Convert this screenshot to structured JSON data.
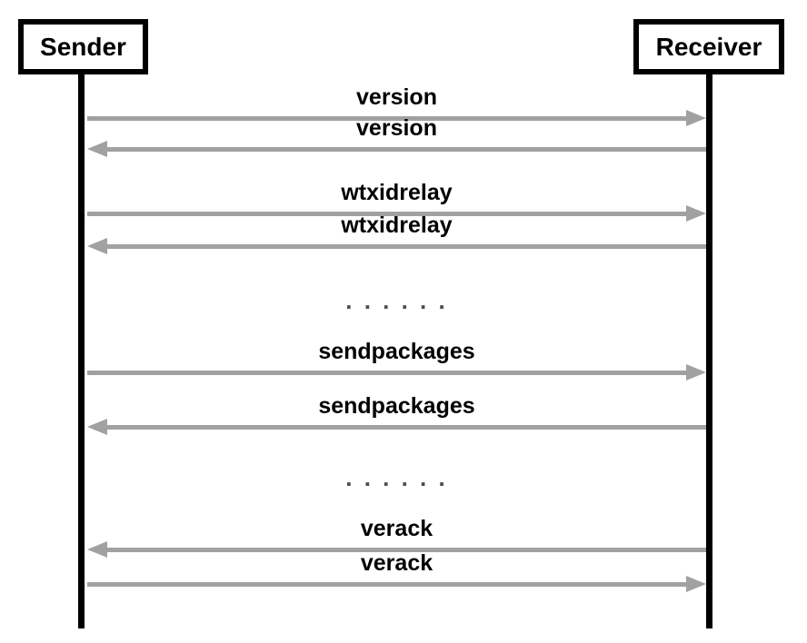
{
  "diagram": {
    "type": "sequence-diagram",
    "actors": [
      {
        "name": "Sender"
      },
      {
        "name": "Receiver"
      }
    ],
    "messages": [
      {
        "label": "version",
        "from": "Sender",
        "to": "Receiver",
        "direction": "right"
      },
      {
        "label": "version",
        "from": "Receiver",
        "to": "Sender",
        "direction": "left"
      },
      {
        "label": "wtxidrelay",
        "from": "Sender",
        "to": "Receiver",
        "direction": "right"
      },
      {
        "label": "wtxidrelay",
        "from": "Receiver",
        "to": "Sender",
        "direction": "left"
      },
      {
        "label": ". . . . . .",
        "type": "ellipsis"
      },
      {
        "label": "sendpackages",
        "from": "Sender",
        "to": "Receiver",
        "direction": "right"
      },
      {
        "label": "sendpackages",
        "from": "Receiver",
        "to": "Sender",
        "direction": "left"
      },
      {
        "label": ". . . . . .",
        "type": "ellipsis"
      },
      {
        "label": "verack",
        "from": "Receiver",
        "to": "Sender",
        "direction": "left"
      },
      {
        "label": "verack",
        "from": "Sender",
        "to": "Receiver",
        "direction": "right"
      }
    ],
    "colors": {
      "arrow": "#a1a1a1",
      "lifeline": "#000000",
      "label": "#000000",
      "ellipsis": "#4d4d4d",
      "background": "#ffffff"
    }
  }
}
